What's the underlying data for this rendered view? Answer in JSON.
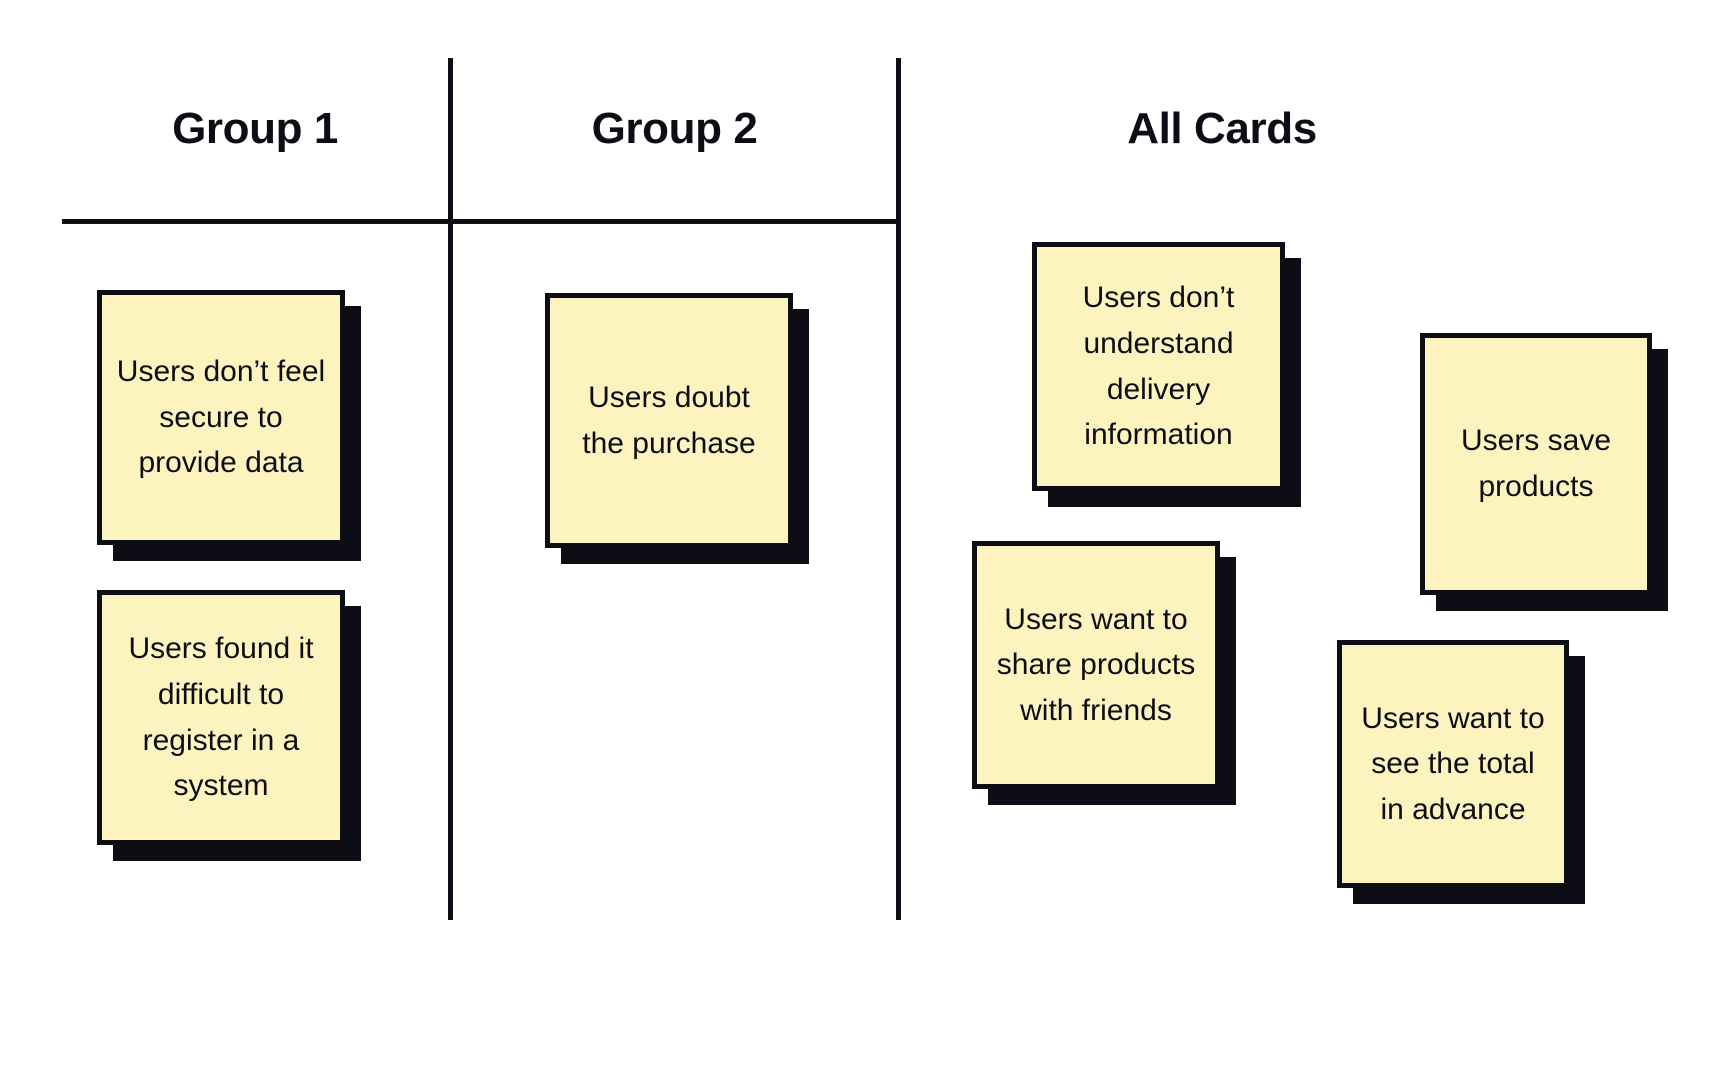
{
  "board": {
    "background_color": "#ffffff",
    "ink_color": "#0d0e15",
    "card_fill_color": "#fcf3bf"
  },
  "columns": [
    {
      "id": "group-1",
      "title": "Group 1"
    },
    {
      "id": "group-2",
      "title": "Group 2"
    },
    {
      "id": "all-cards",
      "title": "All Cards"
    }
  ],
  "cards": {
    "group1_card1": {
      "text": "Users don’t feel secure to provide data"
    },
    "group1_card2": {
      "text": "Users found it difficult to register in a system"
    },
    "group2_card1": {
      "text": "Users doubt the purchase"
    },
    "all_card_delivery": {
      "text": "Users don’t understand delivery information"
    },
    "all_card_save": {
      "text": "Users save products"
    },
    "all_card_share": {
      "text": "Users want to share products with friends"
    },
    "all_card_total": {
      "text": "Users want to see the total in advance"
    }
  }
}
